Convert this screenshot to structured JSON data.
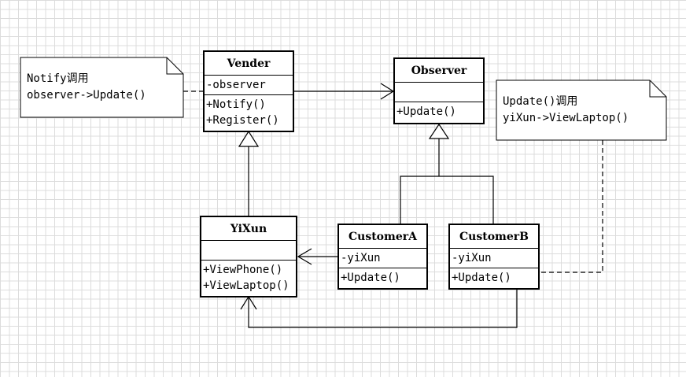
{
  "classes": {
    "vender": {
      "name": "Vender",
      "attributes": [
        "-observer"
      ],
      "methods": [
        "+Notify()",
        "+Register()"
      ]
    },
    "observer": {
      "name": "Observer",
      "attributes": [],
      "methods": [
        "+Update()"
      ]
    },
    "yixun": {
      "name": "YiXun",
      "attributes": [],
      "methods": [
        "+ViewPhone()",
        "+ViewLaptop()"
      ]
    },
    "customerA": {
      "name": "CustomerA",
      "attributes": [
        "-yiXun"
      ],
      "methods": [
        "+Update()"
      ]
    },
    "customerB": {
      "name": "CustomerB",
      "attributes": [
        "-yiXun"
      ],
      "methods": [
        "+Update()"
      ]
    }
  },
  "notes": {
    "notify": {
      "line1": "Notify调用",
      "line2": "observer->Update()"
    },
    "update": {
      "line1": "Update()调用",
      "line2": "yiXun->ViewLaptop()"
    }
  }
}
